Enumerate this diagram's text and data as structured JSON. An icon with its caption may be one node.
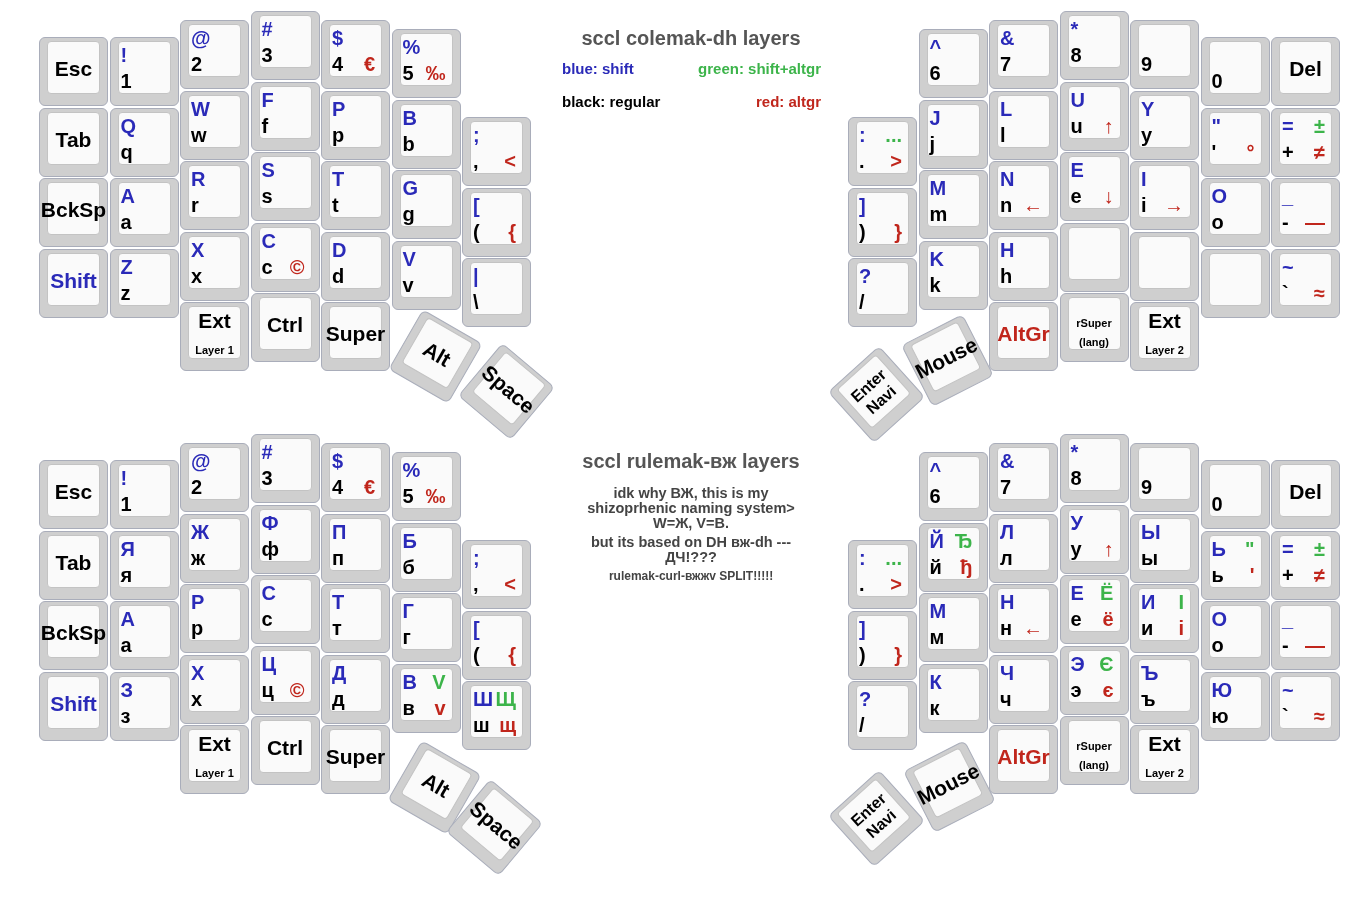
{
  "diagram": {
    "nodes": [
      {
        "text": [
          "Esc"
        ]
      },
      {
        "text": [
          "Tab"
        ]
      },
      {
        "text": [
          "BckSp"
        ]
      },
      {
        "text": [
          "Shift"
        ]
      },
      {
        "text": [
          "!",
          "1"
        ]
      },
      {
        "text": [
          "Q",
          "q"
        ]
      },
      {
        "text": [
          "A",
          "a"
        ]
      },
      {
        "text": [
          "Z",
          "z"
        ]
      },
      {
        "text": [
          "@",
          "2"
        ]
      },
      {
        "text": [
          "W",
          "w"
        ]
      },
      {
        "text": [
          "R",
          "r"
        ]
      },
      {
        "text": [
          "X",
          "x"
        ]
      },
      {
        "text": [
          "Ext",
          "Layer 1"
        ]
      },
      {
        "text": [
          "#",
          "3"
        ]
      },
      {
        "text": [
          "F",
          "f"
        ]
      },
      {
        "text": [
          "S",
          "s"
        ]
      },
      {
        "text": [
          "C",
          "c",
          "©"
        ]
      },
      {
        "text": [
          "Ctrl"
        ]
      },
      {
        "text": [
          "$",
          "4",
          "€"
        ]
      },
      {
        "text": [
          "P",
          "p"
        ]
      },
      {
        "text": [
          "T",
          "t"
        ]
      },
      {
        "text": [
          "D",
          "d"
        ]
      },
      {
        "text": [
          "Super"
        ]
      },
      {
        "text": [
          "%",
          "5",
          "‰"
        ]
      },
      {
        "text": [
          "B",
          "b"
        ]
      },
      {
        "text": [
          "G",
          "g"
        ]
      },
      {
        "text": [
          "V",
          "v"
        ]
      },
      {
        "text": [
          ";",
          ",",
          "<"
        ]
      },
      {
        "text": [
          "[",
          "(",
          "{"
        ]
      },
      {
        "text": [
          "|",
          "\\"
        ]
      },
      {
        "text": [
          "Alt"
        ]
      },
      {
        "text": [
          "Space"
        ]
      },
      {
        "text": [
          ":",
          "...",
          ".",
          ">"
        ]
      },
      {
        "text": [
          "]",
          ")",
          "}"
        ]
      },
      {
        "text": [
          "?",
          "/"
        ]
      },
      {
        "text": [
          "^",
          "6"
        ]
      },
      {
        "text": [
          "J",
          "j"
        ]
      },
      {
        "text": [
          "M",
          "m"
        ]
      },
      {
        "text": [
          "K",
          "k"
        ]
      },
      {
        "text": [
          "&",
          "7"
        ]
      },
      {
        "text": [
          "L",
          "l"
        ]
      },
      {
        "text": [
          "N",
          "n",
          "←"
        ]
      },
      {
        "text": [
          "H",
          "h"
        ]
      },
      {
        "text": [
          "AltGr"
        ]
      },
      {
        "text": [
          "*",
          "8"
        ]
      },
      {
        "text": [
          "U",
          "u",
          "↑"
        ]
      },
      {
        "text": [
          "E",
          "e",
          "↓"
        ]
      },
      {
        "text": [],
        "shape": "box"
      },
      {
        "text": [
          "rSuper",
          "(lang)"
        ]
      },
      {
        "text": [
          "9"
        ]
      },
      {
        "text": [
          "Y",
          "y"
        ]
      },
      {
        "text": [
          "I",
          "i",
          "→"
        ]
      },
      {
        "text": [],
        "shape": "box"
      },
      {
        "text": [
          "Ext",
          "Layer 2"
        ]
      },
      {
        "text": [
          "0"
        ]
      },
      {
        "text": [
          "\"",
          "'",
          "°"
        ]
      },
      {
        "text": [
          "O",
          "o"
        ]
      },
      {
        "text": [],
        "shape": "box"
      },
      {
        "text": [
          "Del"
        ]
      },
      {
        "text": [
          "=",
          "±",
          "+",
          "≠"
        ]
      },
      {
        "text": [
          "_",
          "-",
          "—"
        ]
      },
      {
        "text": [
          "~",
          "`",
          "≈"
        ]
      },
      {
        "text": [
          "Enter Navi"
        ]
      },
      {
        "text": [
          "Mouse"
        ]
      },
      {
        "text": [
          "Esc"
        ]
      },
      {
        "text": [
          "Tab"
        ]
      },
      {
        "text": [
          "BckSp"
        ]
      },
      {
        "text": [
          "Shift"
        ]
      },
      {
        "text": [
          "!",
          "1"
        ]
      },
      {
        "text": [
          "Я",
          "я"
        ]
      },
      {
        "text": [
          "А",
          "а"
        ]
      },
      {
        "text": [
          "З",
          "з"
        ]
      },
      {
        "text": [
          "@",
          "2"
        ]
      },
      {
        "text": [
          "Ж",
          "ж"
        ]
      },
      {
        "text": [
          "Р",
          "р"
        ]
      },
      {
        "text": [
          "Х",
          "х"
        ]
      },
      {
        "text": [
          "Ext",
          "Layer 1"
        ]
      },
      {
        "text": [
          "#",
          "3"
        ]
      },
      {
        "text": [
          "Ф",
          "ф"
        ]
      },
      {
        "text": [
          "С",
          "с"
        ]
      },
      {
        "text": [
          "Ц",
          "ц",
          "©"
        ]
      },
      {
        "text": [
          "Ctrl"
        ]
      },
      {
        "text": [
          "$",
          "4",
          "€"
        ]
      },
      {
        "text": [
          "П",
          "п"
        ]
      },
      {
        "text": [
          "Т",
          "т"
        ]
      },
      {
        "text": [
          "Д",
          "д"
        ]
      },
      {
        "text": [
          "Super"
        ]
      },
      {
        "text": [
          "%",
          "5",
          "‰"
        ]
      },
      {
        "text": [
          "Б",
          "б"
        ]
      },
      {
        "text": [
          "Г",
          "г"
        ]
      },
      {
        "text": [
          "В",
          "V",
          "в",
          "v"
        ]
      },
      {
        "text": [
          ";",
          ",",
          "<"
        ]
      },
      {
        "text": [
          "[",
          "(",
          "{"
        ]
      },
      {
        "text": [
          "Ш",
          "Щ",
          "ш",
          "щ"
        ]
      },
      {
        "text": [
          "Alt"
        ]
      },
      {
        "text": [
          "Space"
        ]
      },
      {
        "text": [
          ":",
          "...",
          ".",
          ">"
        ]
      },
      {
        "text": [
          "]",
          ")",
          "}"
        ]
      },
      {
        "text": [
          "?",
          "/"
        ]
      },
      {
        "text": [
          "^",
          "6"
        ]
      },
      {
        "text": [
          "Й",
          "Ђ",
          "й",
          "ђ"
        ]
      },
      {
        "text": [
          "М",
          "м"
        ]
      },
      {
        "text": [
          "К",
          "к"
        ]
      },
      {
        "text": [
          "&",
          "7"
        ]
      },
      {
        "text": [
          "Л",
          "л"
        ]
      },
      {
        "text": [
          "Н",
          "н",
          "←"
        ]
      },
      {
        "text": [
          "Ч",
          "ч"
        ]
      },
      {
        "text": [
          "AltGr"
        ]
      },
      {
        "text": [
          "*",
          "8"
        ]
      },
      {
        "text": [
          "У",
          "у",
          "↑"
        ]
      },
      {
        "text": [
          "Е",
          "Ё",
          "е",
          "ё"
        ]
      },
      {
        "text": [
          "Э",
          "Є",
          "э",
          "є"
        ]
      },
      {
        "text": [
          "rSuper",
          "(lang)"
        ]
      },
      {
        "text": [
          "9"
        ]
      },
      {
        "text": [
          "Ы",
          "ы"
        ]
      },
      {
        "text": [
          "И",
          "І",
          "и",
          "і"
        ]
      },
      {
        "text": [
          "Ъ",
          "ъ"
        ]
      },
      {
        "text": [
          "Ext",
          "Layer 2"
        ]
      },
      {
        "text": [
          "0"
        ]
      },
      {
        "text": [
          "Ь",
          "\"",
          "ь",
          "'"
        ]
      },
      {
        "text": [
          "О",
          "о"
        ]
      },
      {
        "text": [
          "Ю",
          "ю"
        ]
      },
      {
        "text": [
          "Del"
        ]
      },
      {
        "text": [
          "=",
          "±",
          "+",
          "≠"
        ]
      },
      {
        "text": [
          "_",
          "-",
          "—"
        ]
      },
      {
        "text": [
          "~",
          "`",
          "≈"
        ]
      },
      {
        "text": [
          "Enter Navi"
        ]
      },
      {
        "text": [
          "Mouse"
        ]
      }
    ],
    "labels": [
      "sccl colemak-dh layers",
      "sccl rulemak-вж layers",
      "idk why ВЖ, this is my shizoprhenic naming system> W=Ж, V=В.",
      "but its based on DH вж-dh --- ДЧ!???",
      "rulemak-curl-вжжv SPLIT!!!!!"
    ],
    "legend": [
      {
        "text": "blue: shift",
        "color": "#2a2ab8"
      },
      {
        "text": "green: shift+altgr",
        "color": "#3cb44a"
      },
      {
        "text": "black: regular",
        "color": "#000000"
      },
      {
        "text": "red: altgr",
        "color": "#c0261c"
      }
    ]
  }
}
